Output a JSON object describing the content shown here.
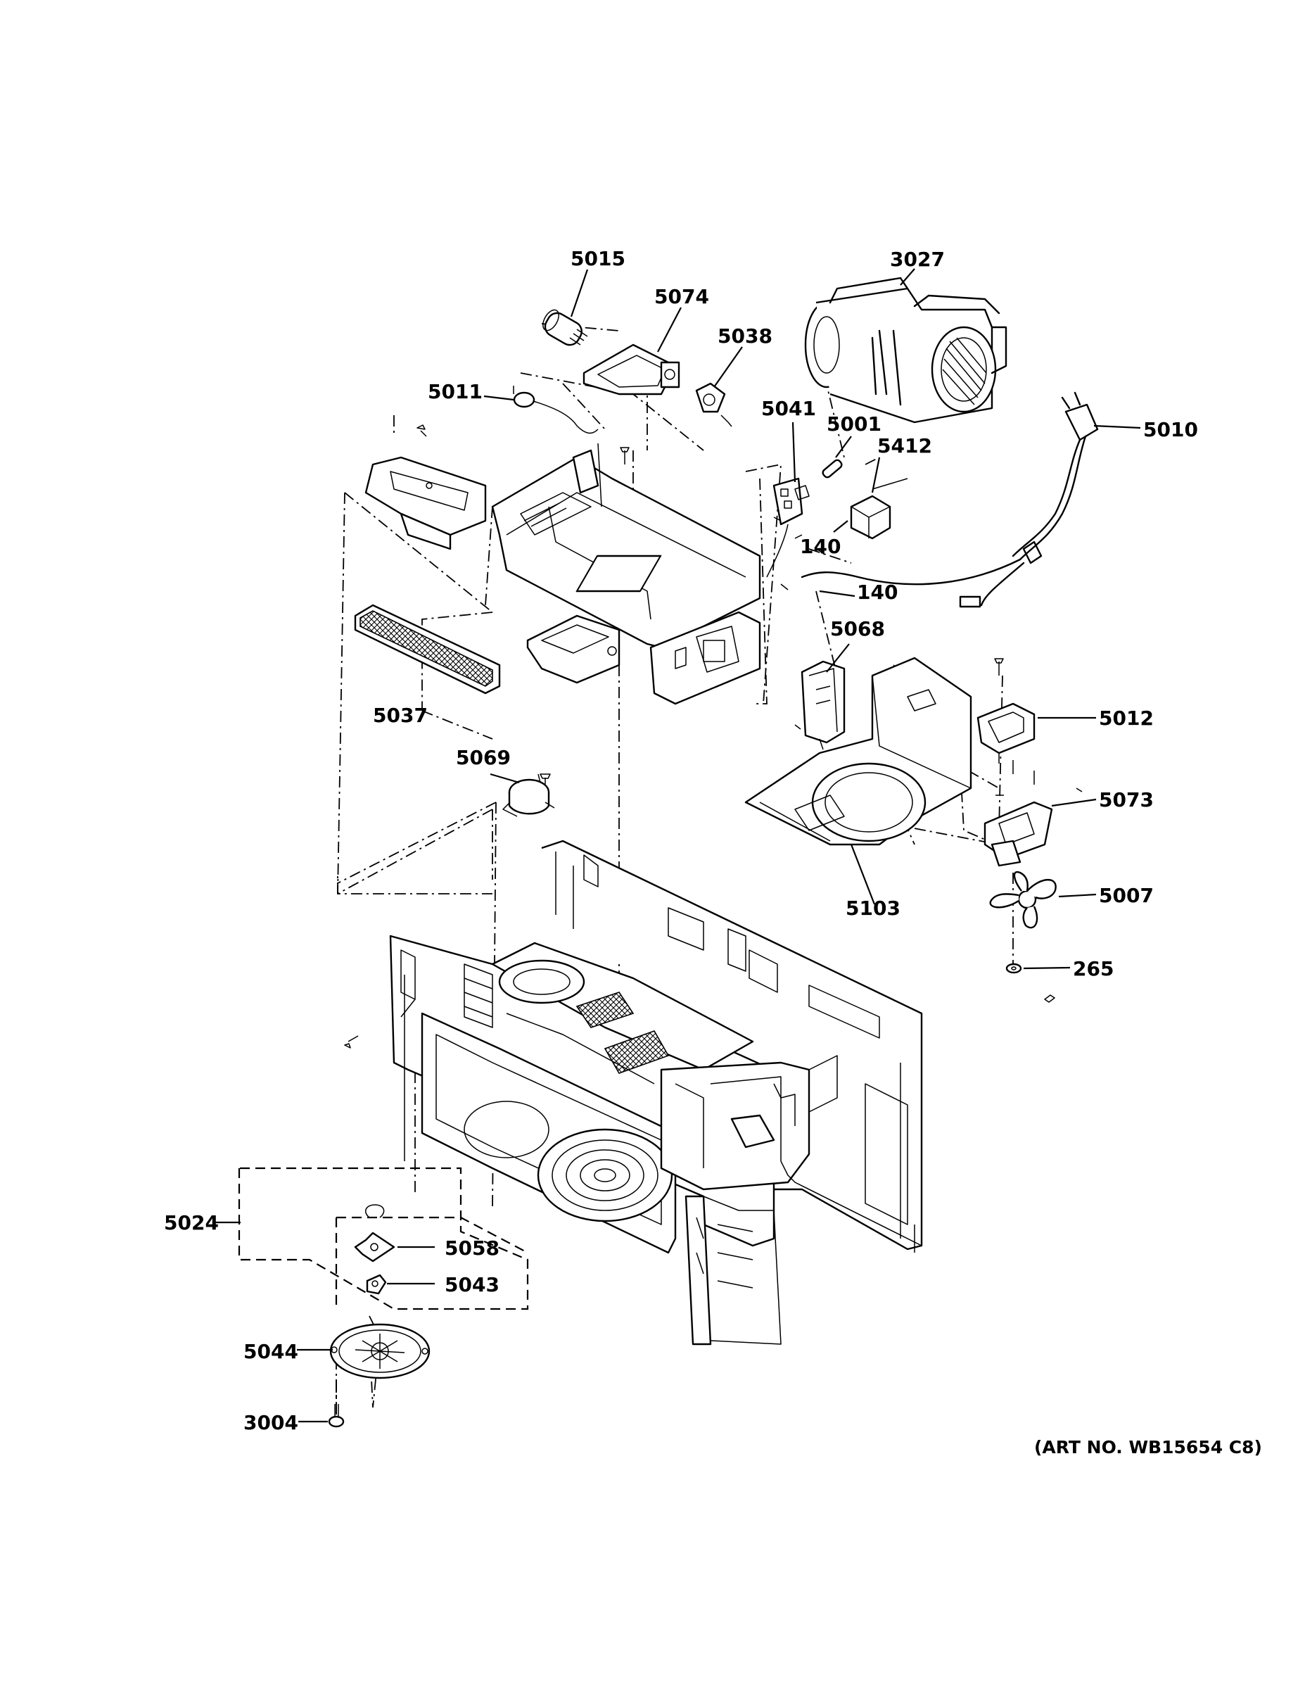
{
  "art_number": "(ART NO. WB15654 C8)",
  "callouts": [
    {
      "id": "p5015",
      "label": "5015"
    },
    {
      "id": "p5074",
      "label": "5074"
    },
    {
      "id": "p5038",
      "label": "5038"
    },
    {
      "id": "p3027",
      "label": "3027"
    },
    {
      "id": "p5011",
      "label": "5011"
    },
    {
      "id": "p5041",
      "label": "5041"
    },
    {
      "id": "p5001",
      "label": "5001"
    },
    {
      "id": "p5412",
      "label": "5412"
    },
    {
      "id": "p5010",
      "label": "5010"
    },
    {
      "id": "p140a",
      "label": "140"
    },
    {
      "id": "p140b",
      "label": "140"
    },
    {
      "id": "p5037",
      "label": "5037"
    },
    {
      "id": "p5068",
      "label": "5068"
    },
    {
      "id": "p5012",
      "label": "5012"
    },
    {
      "id": "p5069",
      "label": "5069"
    },
    {
      "id": "p5073",
      "label": "5073"
    },
    {
      "id": "p5103",
      "label": "5103"
    },
    {
      "id": "p5007",
      "label": "5007"
    },
    {
      "id": "p265",
      "label": "265"
    },
    {
      "id": "p5024",
      "label": "5024"
    },
    {
      "id": "p5058",
      "label": "5058"
    },
    {
      "id": "p5043",
      "label": "5043"
    },
    {
      "id": "p5044",
      "label": "5044"
    },
    {
      "id": "p3004",
      "label": "3004"
    }
  ]
}
